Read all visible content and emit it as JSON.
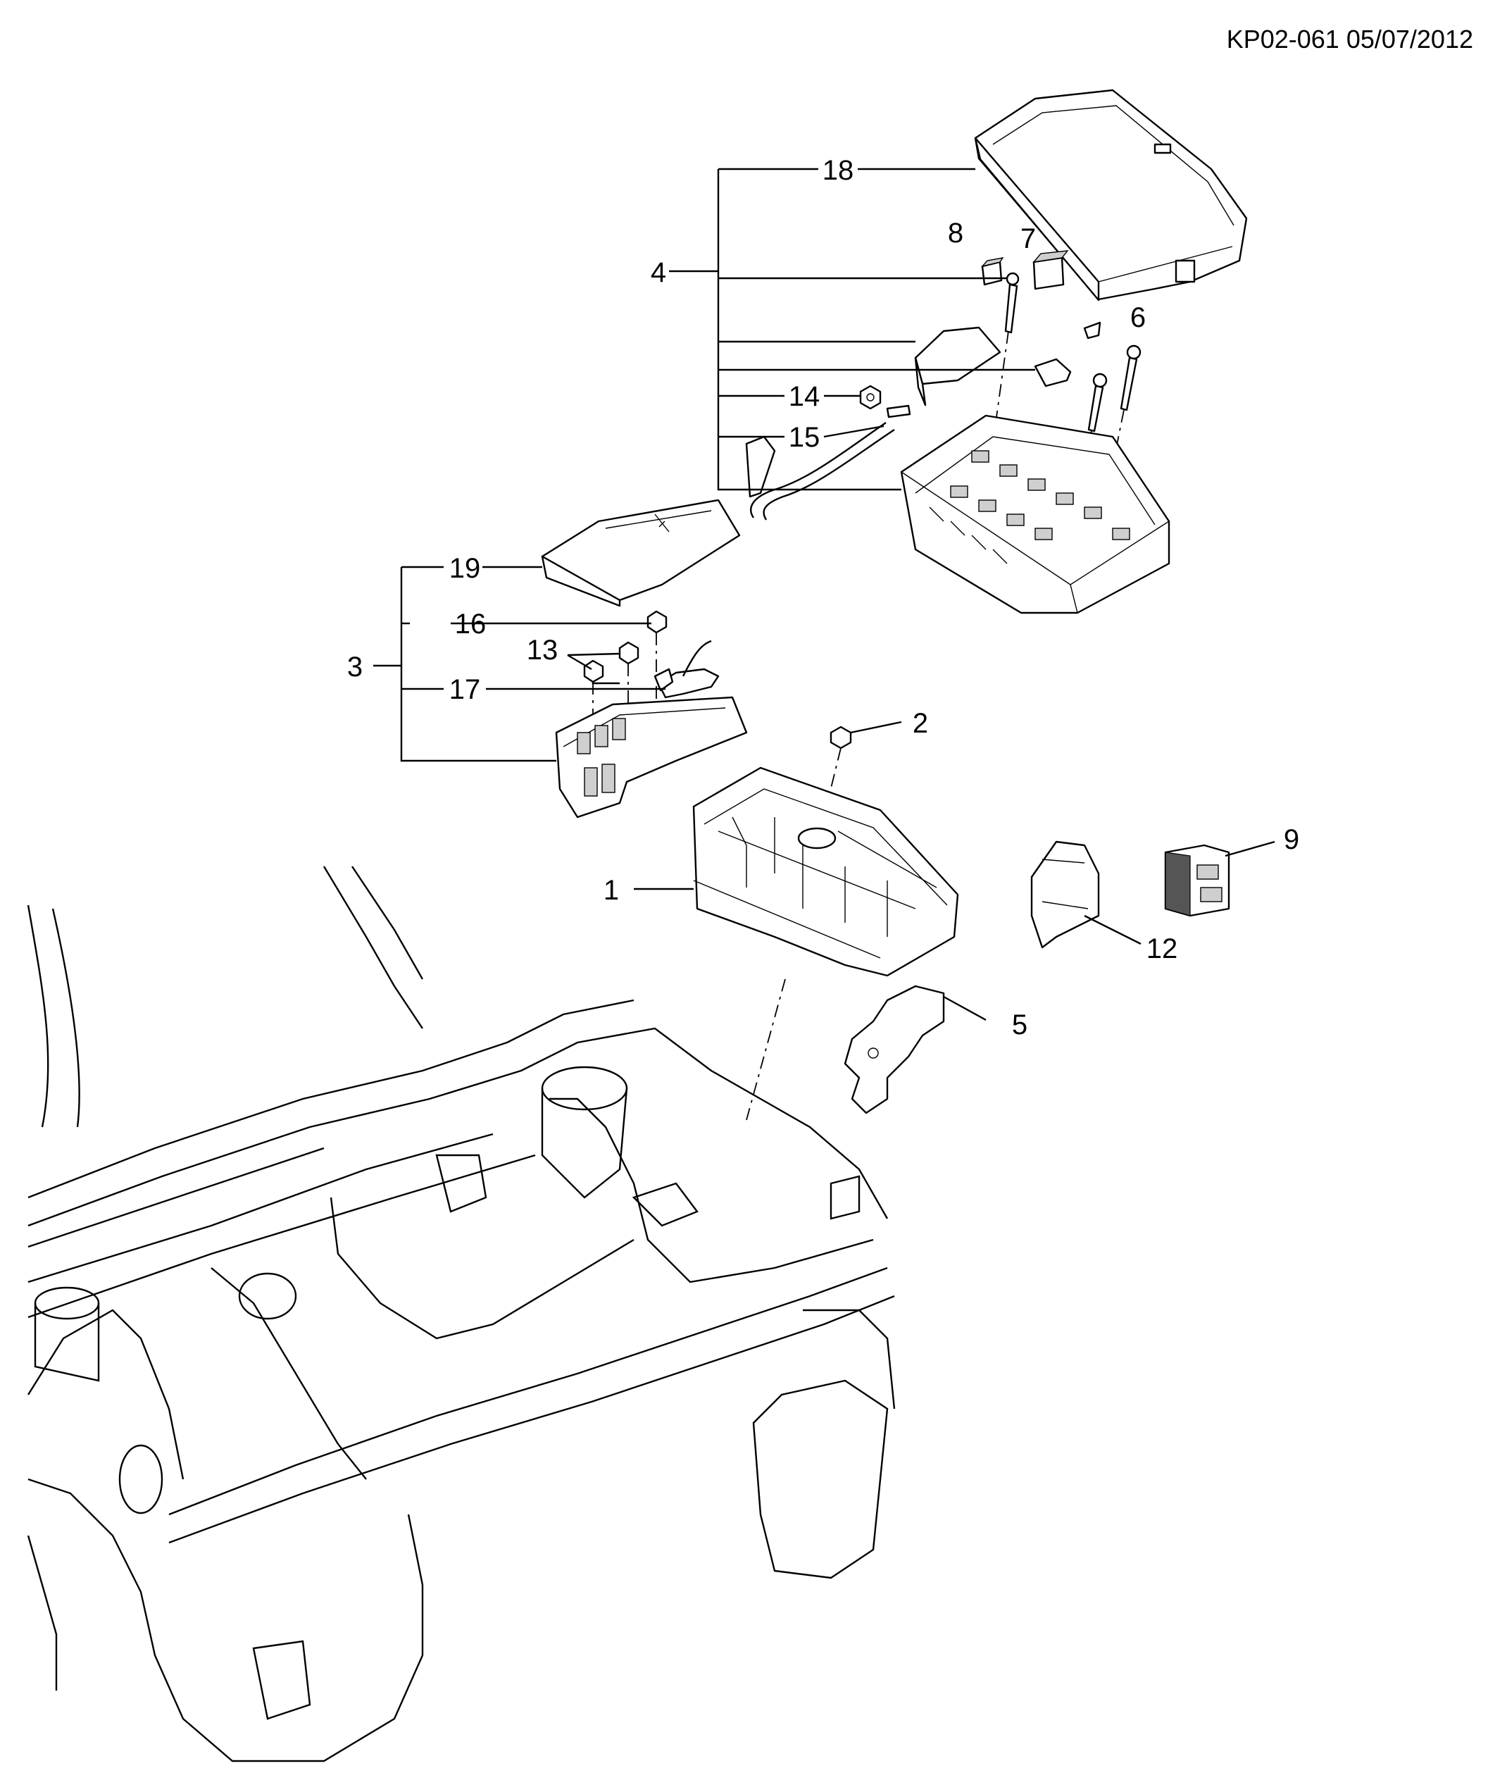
{
  "header": {
    "drawing_id": "KP02-061 05/07/2012"
  },
  "callouts": {
    "c1": "1",
    "c2": "2",
    "c3": "3",
    "c4": "4",
    "c5": "5",
    "c6": "6",
    "c7": "7",
    "c8": "8",
    "c9": "9",
    "c12": "12",
    "c13": "13",
    "c14": "14",
    "c15": "15",
    "c16": "16",
    "c17": "17",
    "c18": "18",
    "c19": "19"
  }
}
